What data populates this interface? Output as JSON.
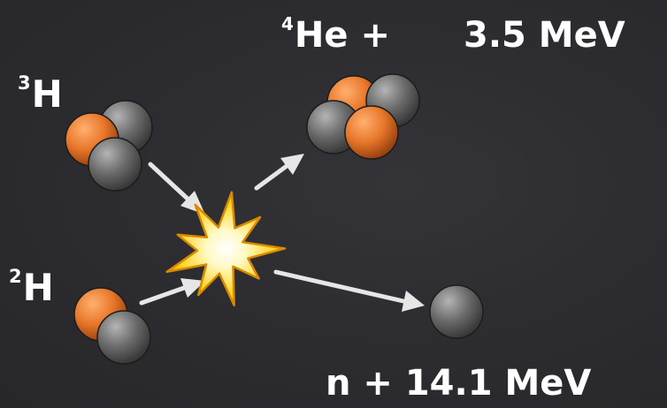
{
  "labels": {
    "tritium": {
      "mass": "3",
      "symbol": "H"
    },
    "deuterium": {
      "mass": "2",
      "symbol": "H"
    },
    "helium": {
      "mass": "4",
      "symbol": "He +"
    },
    "helium_energy": "3.5 MeV",
    "neutron_line": "n + 14.1 MeV"
  },
  "colors": {
    "background": "#2c2c30",
    "proton": "#e8772a",
    "neutron": "#6a6a6a",
    "arrow": "#e6e6e6",
    "burst": "#ffd21a"
  }
}
